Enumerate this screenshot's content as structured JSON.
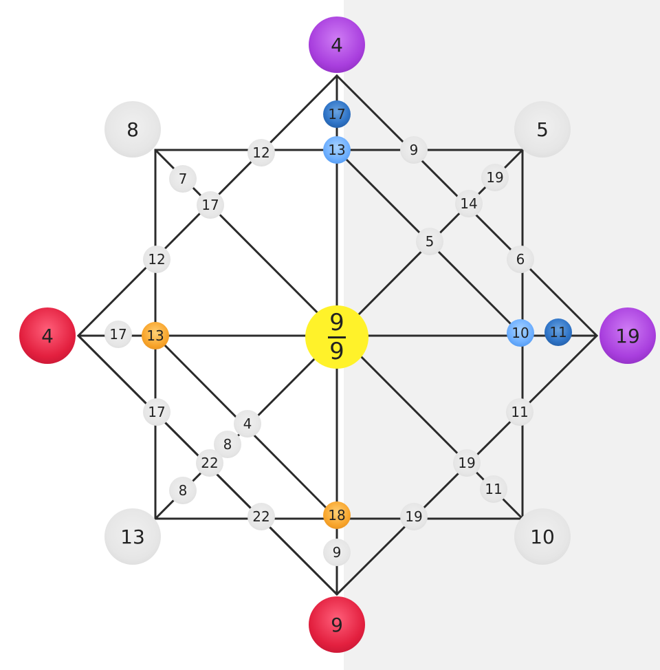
{
  "center": {
    "numerator": "9",
    "denominator": "9"
  },
  "corners": {
    "top_left": "8",
    "top_right": "5",
    "bottom_left": "13",
    "bottom_right": "10"
  },
  "endpoints": {
    "top": "4",
    "bottom": "9",
    "left": "4",
    "right": "19"
  },
  "nodes": [
    {
      "value": "17",
      "color": "dark-blue"
    },
    {
      "value": "13",
      "color": "light-blue"
    },
    {
      "value": "12",
      "color": "gray"
    },
    {
      "value": "9",
      "color": "gray"
    },
    {
      "value": "7",
      "color": "gray"
    },
    {
      "value": "19",
      "color": "gray"
    },
    {
      "value": "17",
      "color": "gray"
    },
    {
      "value": "14",
      "color": "gray"
    },
    {
      "value": "5",
      "color": "gray"
    },
    {
      "value": "12",
      "color": "gray"
    },
    {
      "value": "6",
      "color": "gray"
    },
    {
      "value": "17",
      "color": "gray"
    },
    {
      "value": "13",
      "color": "orange"
    },
    {
      "value": "10",
      "color": "light-blue"
    },
    {
      "value": "11",
      "color": "dark-blue"
    },
    {
      "value": "17",
      "color": "gray"
    },
    {
      "value": "11",
      "color": "gray"
    },
    {
      "value": "4",
      "color": "gray"
    },
    {
      "value": "8",
      "color": "gray"
    },
    {
      "value": "22",
      "color": "gray"
    },
    {
      "value": "19",
      "color": "gray"
    },
    {
      "value": "8",
      "color": "gray"
    },
    {
      "value": "11",
      "color": "gray"
    },
    {
      "value": "22",
      "color": "gray"
    },
    {
      "value": "18",
      "color": "orange"
    },
    {
      "value": "19",
      "color": "gray"
    },
    {
      "value": "9",
      "color": "gray"
    }
  ]
}
